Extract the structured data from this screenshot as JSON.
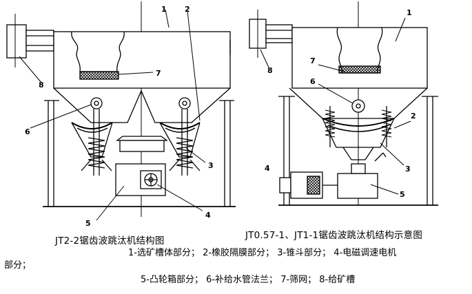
{
  "left_diagram": {
    "caption": "JT2-2锯齿波跳汰机结构图",
    "labels": {
      "n1": "1",
      "n2": "2",
      "n3": "3",
      "n4": "4",
      "n5": "5",
      "n6": "6",
      "n7": "7",
      "n8": "8"
    }
  },
  "right_diagram": {
    "caption": "JT0.57-1、JT1-1锯齿波跳汰机结构示意图",
    "labels": {
      "n1": "1",
      "n2": "2",
      "n3": "3",
      "n4": "4",
      "n5": "5",
      "n6": "6",
      "n7": "7",
      "n8": "8"
    }
  },
  "legend": {
    "line1": "1-选矿槽体部分； 2-橡胶隔膜部分； 3-锥斗部分； 4-电磁调速电机",
    "line2": "部分；",
    "line3": "5-凸轮箱部分； 6-补给水管法兰； 7-筛网； 8-给矿槽"
  }
}
